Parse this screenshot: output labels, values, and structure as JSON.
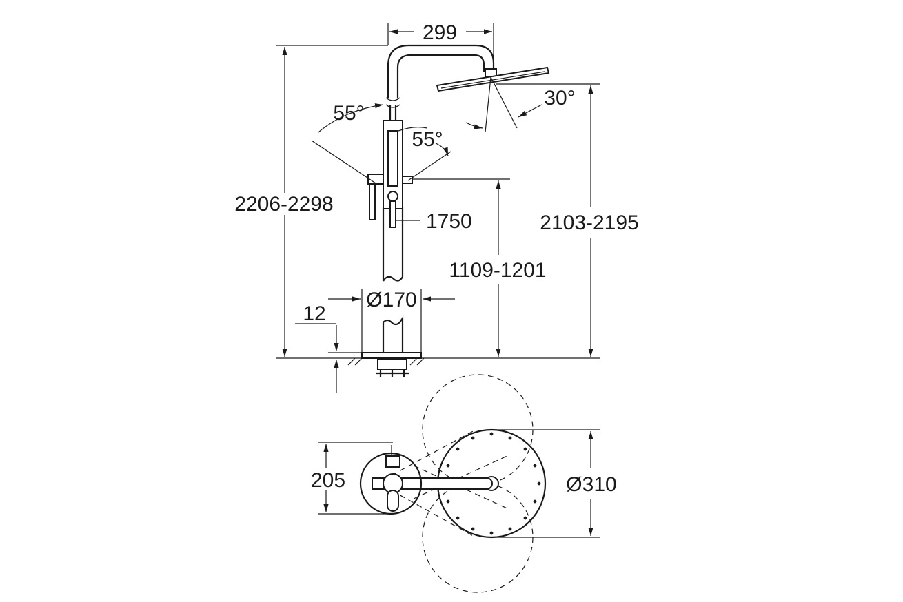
{
  "dimensions": {
    "width_arm": "299",
    "angle_left": "55°",
    "angle_right": "55°",
    "angle_head": "30°",
    "total_height_left": "2206-2298",
    "total_height_right": "2103-2195",
    "hand_shower_height": "1750",
    "mixer_height": "1109-1201",
    "base_diameter": "Ø170",
    "base_thickness": "12",
    "plan_offset": "205",
    "head_diameter": "Ø310"
  }
}
